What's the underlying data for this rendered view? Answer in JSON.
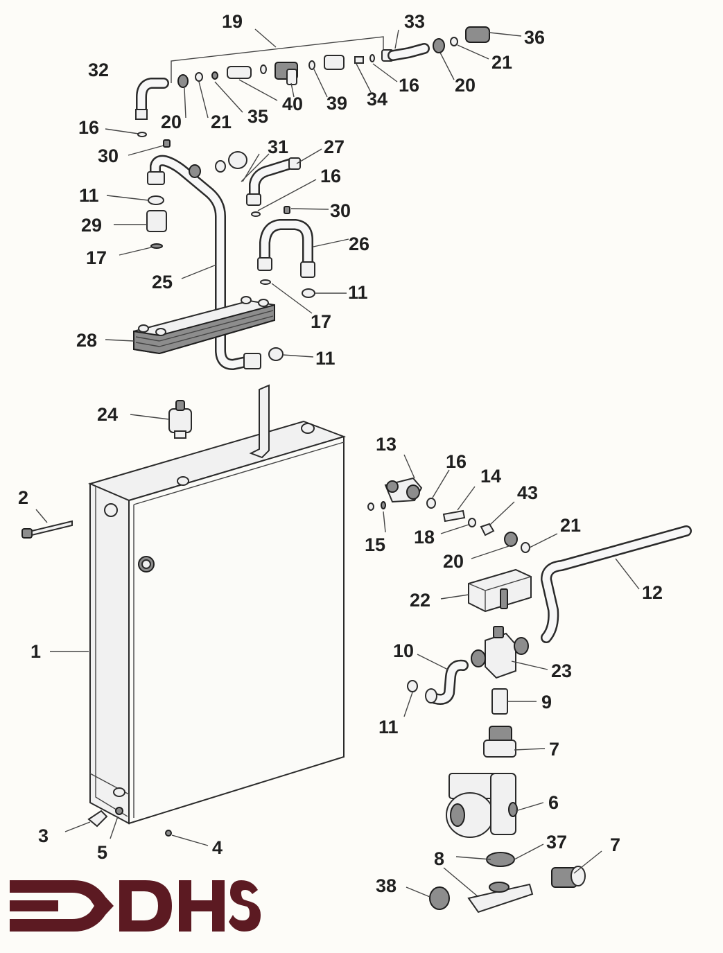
{
  "diagram": {
    "callouts": [
      "19",
      "33",
      "36",
      "32",
      "21",
      "20",
      "16",
      "34",
      "39",
      "40",
      "35",
      "21",
      "20",
      "16",
      "30",
      "31",
      "27",
      "16",
      "11",
      "30",
      "29",
      "26",
      "17",
      "25",
      "11",
      "17",
      "28",
      "11",
      "24",
      "13",
      "16",
      "14",
      "2",
      "43",
      "21",
      "15",
      "18",
      "20",
      "22",
      "12",
      "1",
      "10",
      "23",
      "11",
      "9",
      "7",
      "6",
      "37",
      "7",
      "3",
      "5",
      "4",
      "8",
      "38"
    ]
  },
  "logo": {
    "text": "DHS",
    "color": "#5c1a22"
  }
}
